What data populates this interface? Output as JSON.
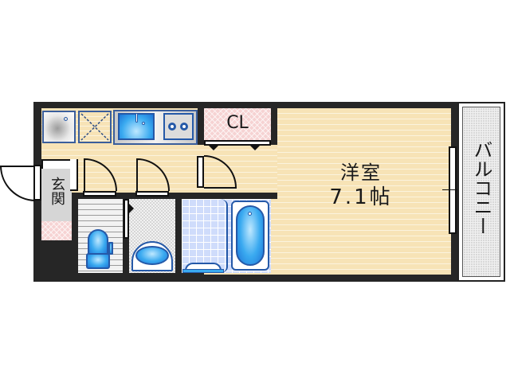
{
  "floor_plan": {
    "rooms": {
      "western_room": {
        "name": "洋室",
        "size": "7.1帖"
      },
      "closet": {
        "label": "CL"
      },
      "entrance": {
        "label": "玄関"
      },
      "balcony": {
        "label": "バルコニー"
      }
    },
    "fixtures": [
      "washing-machine-space",
      "refrigerator-space",
      "kitchen-sink",
      "gas-stove-2-burner",
      "toilet",
      "washbasin",
      "bathtub",
      "bathroom-sink"
    ],
    "colors": {
      "wall": "#262626",
      "floor": "#f7e3b6",
      "fixture_blue": "#3aaaf0",
      "outline_blue": "#2559a8",
      "closet_pink": "#f6d3d3",
      "balcony_gray": "#d8d8d8",
      "bath_tile": "#cfdcfb"
    }
  }
}
